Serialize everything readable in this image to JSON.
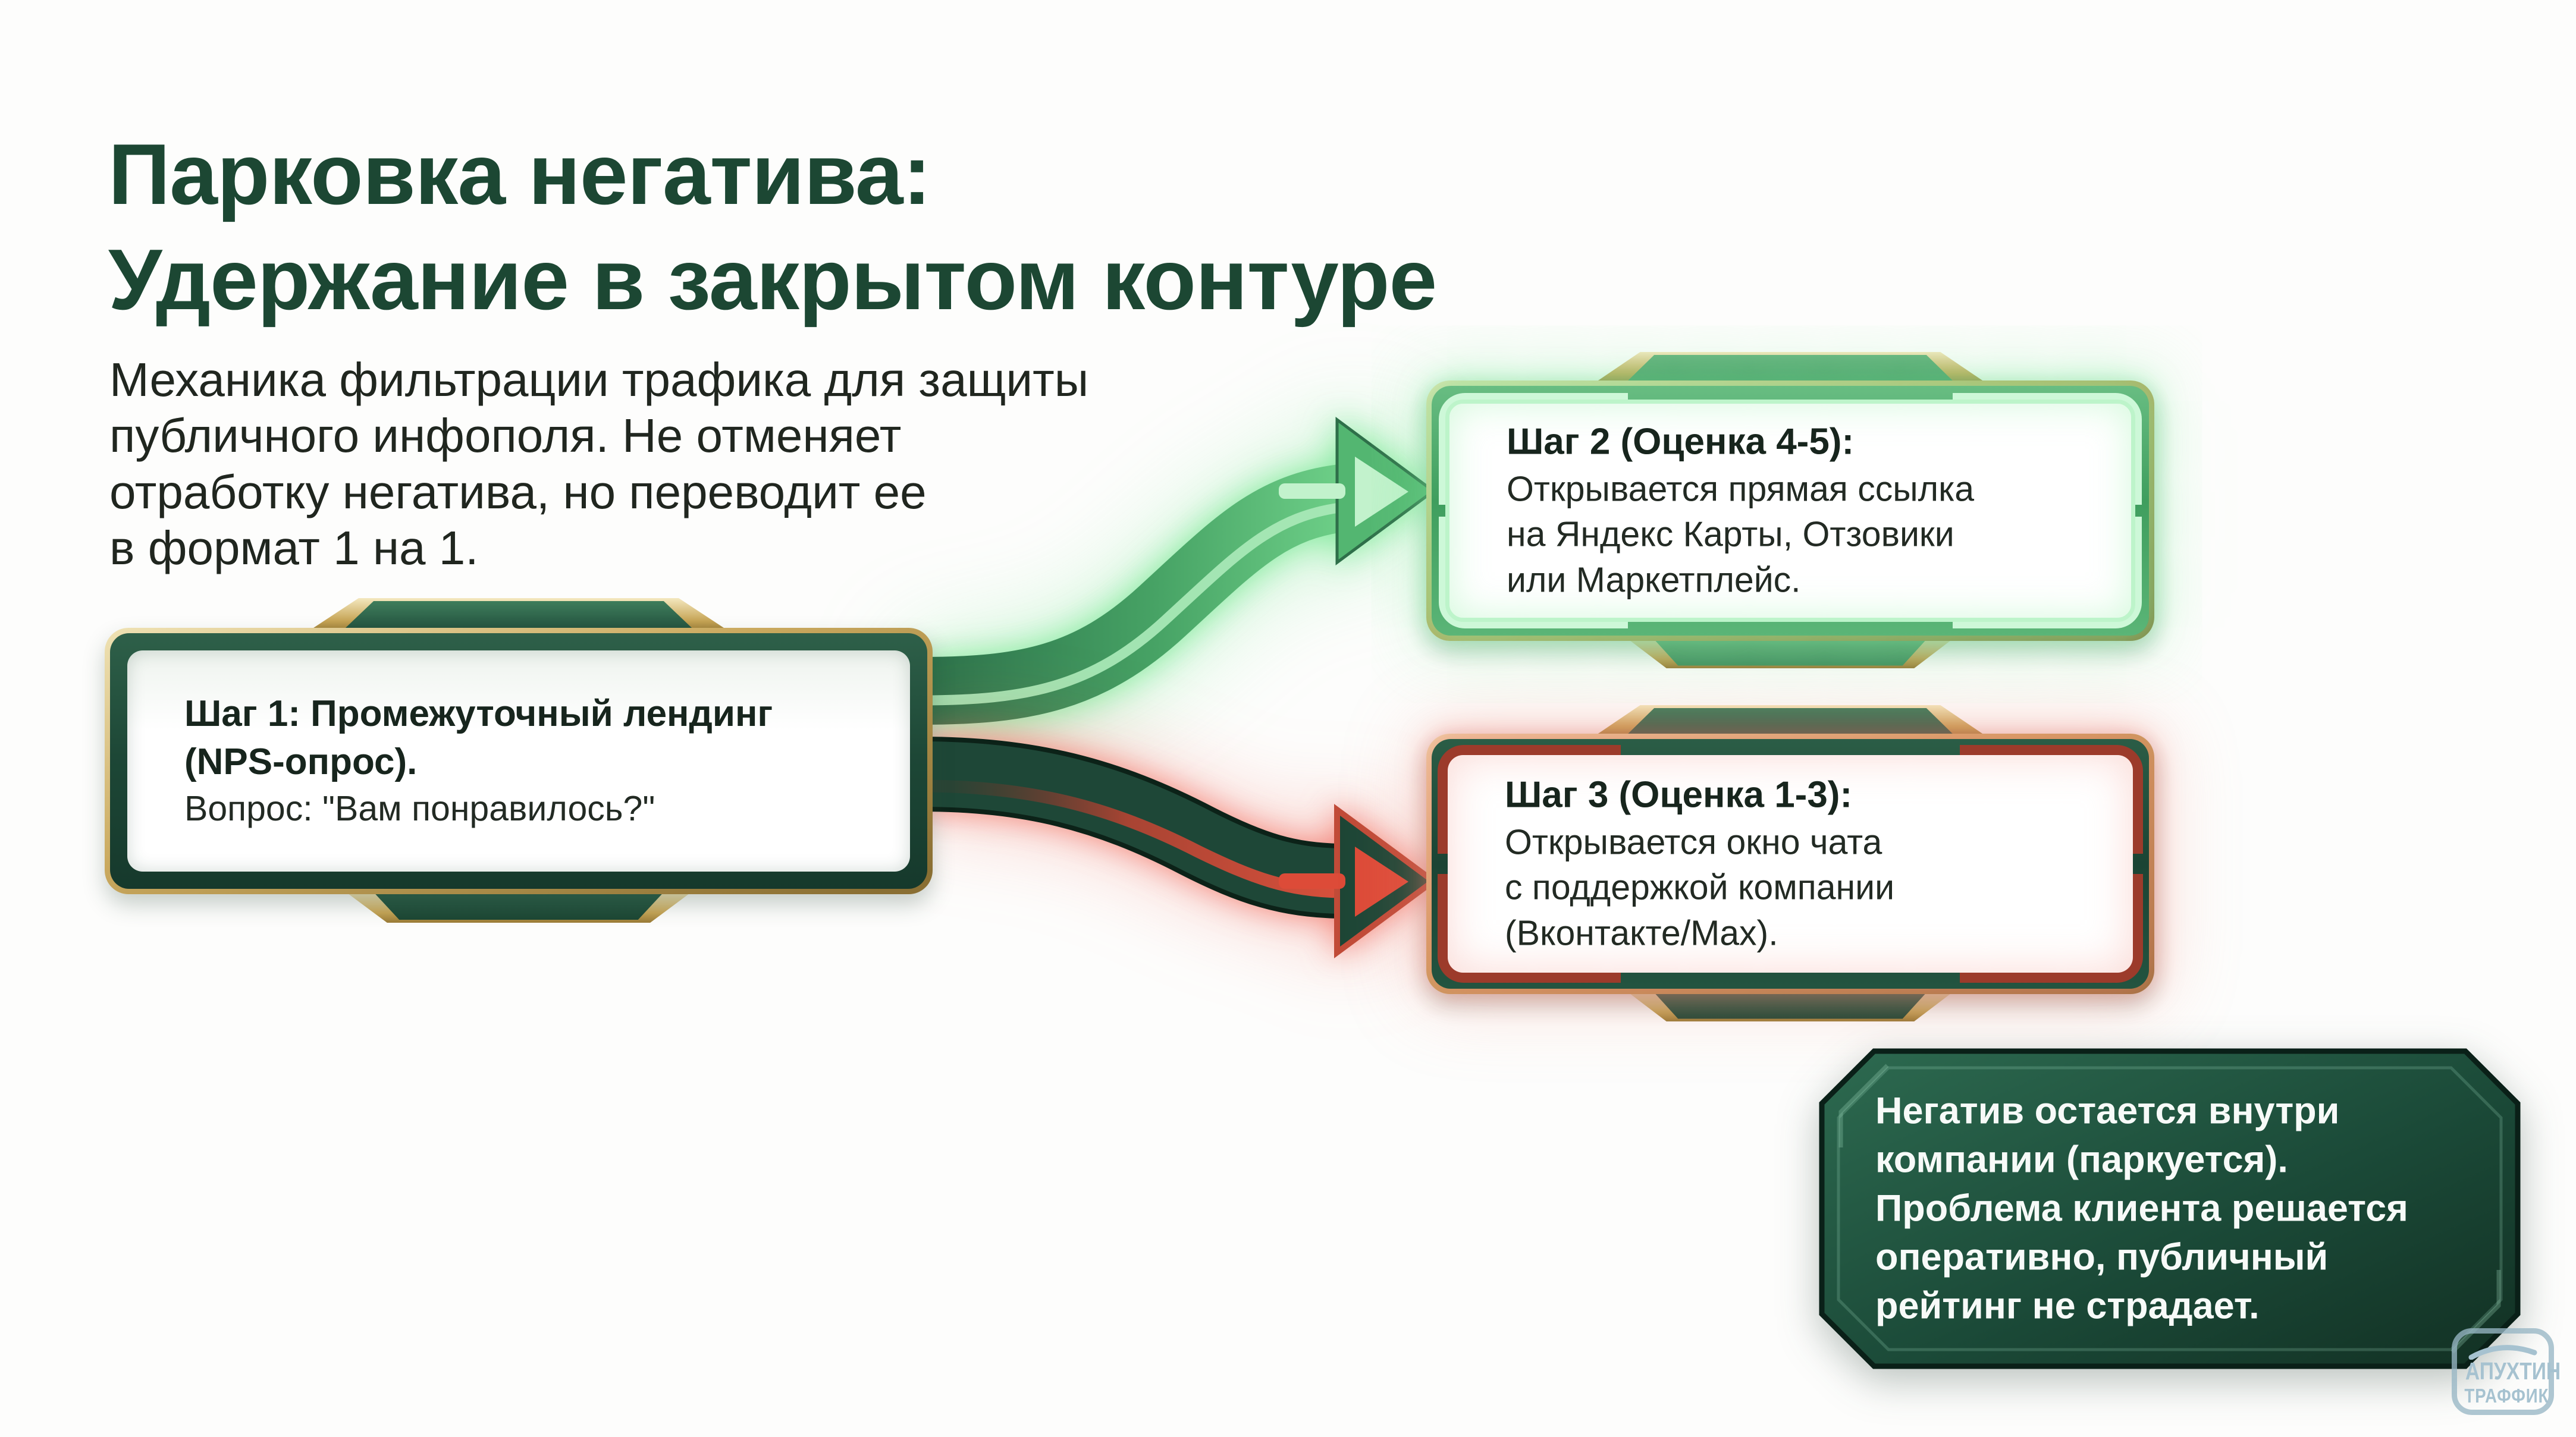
{
  "header": {
    "title": "Парковка негатива:\nУдержание в закрытом контуре",
    "intro": "Механика фильтрации трафика для защиты\nпубличного инфополя. Не отменяет\nотработку негатива, но переводит ее\nв формат 1 на 1."
  },
  "flow": {
    "step1": {
      "heading": "Шаг 1: Промежуточный лендинг\n(NPS-опрос).",
      "body": "Вопрос: \"Вам понравилось?\""
    },
    "step2": {
      "heading": "Шаг 2 (Оценка 4-5):",
      "body": "Открывается прямая ссылка\nна Яндекс Карты, Отзовики\nили Маркетплейс."
    },
    "step3": {
      "heading": "Шаг 3 (Оценка 1-3):",
      "body": "Открывается окно чата\nс поддержкой компании\n(Вконтакте/Max)."
    },
    "arrows": {
      "positive_icon": "green-glow-s-curve-arrow-right",
      "negative_icon": "red-glow-s-curve-arrow-right"
    }
  },
  "summary": {
    "text": "Негатив остается внутри\nкомпании (паркуется).\nПроблема клиента решается\nоперативно, публичный\nрейтинг не страдает."
  },
  "watermark": {
    "line1": "АПУХТИН",
    "line2": "ТРАФФИК"
  },
  "colors": {
    "title_green": "#1c4733",
    "frame_dark_green": "#1d4736",
    "frame_gold": "#caa95e",
    "step2_bright_green": "#3f9e5e",
    "step3_accent_red": "#9c3b2b",
    "arrow_positive": "#53b671",
    "arrow_negative_stripe": "#d0503c",
    "summary_green": "#1e4e3b",
    "watermark_blue": "#a6c2d0",
    "text_dark": "#20261f",
    "panel_white": "#ffffff"
  }
}
